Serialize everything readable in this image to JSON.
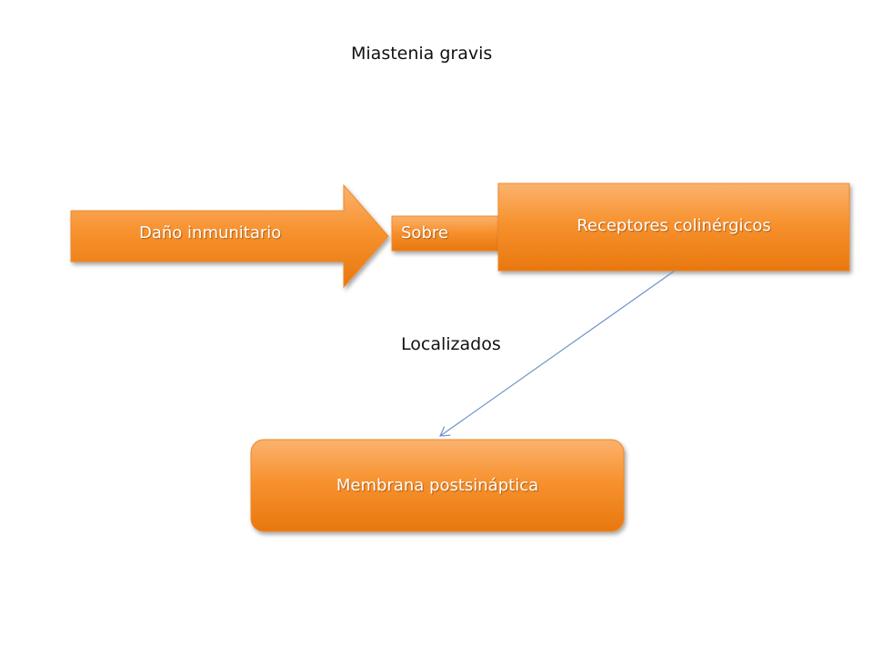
{
  "title": "Miastenia gravis",
  "nodes": {
    "dano": "Daño inmunitario",
    "sobre": "Sobre",
    "receptores": "Receptores colinérgicos",
    "membrana": "Membrana postsináptica"
  },
  "edge_label": "Localizados",
  "colors": {
    "fill_light": "#fba55a",
    "fill_mid": "#f7912f",
    "fill_dark": "#e9780f",
    "connector": "#6f93c7"
  }
}
